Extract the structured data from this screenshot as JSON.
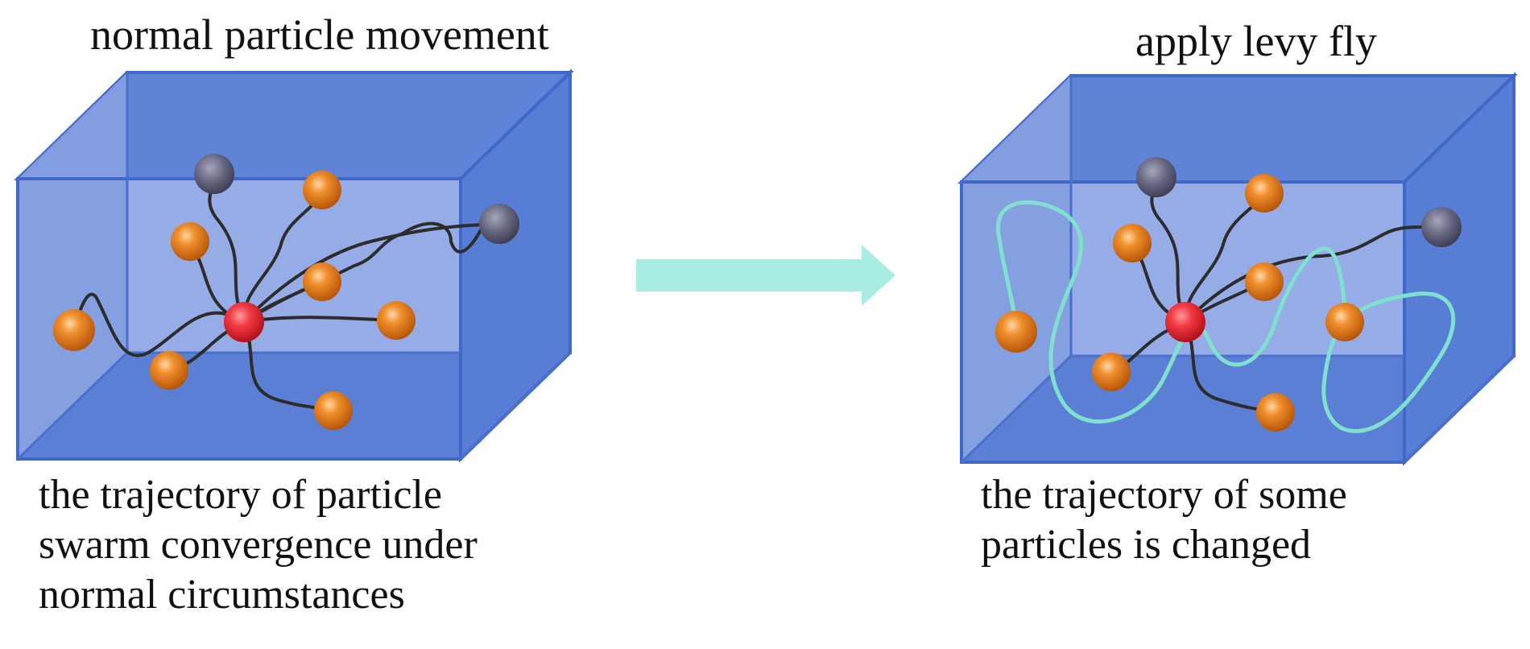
{
  "panels": [
    {
      "title": "normal particle movement",
      "caption_lines": [
        "the trajectory of particle",
        "swarm convergence under",
        "normal circumstances"
      ]
    },
    {
      "title": "apply levy fly",
      "caption_lines": [
        "the trajectory of some",
        "particles is changed"
      ]
    }
  ],
  "colors": {
    "box_back": "#7f9be0",
    "box_front": "#5b81d6",
    "box_edge": "#3f68c9",
    "particle_orange": "#e67a1e",
    "particle_grey": "#6b6b86",
    "center_red": "#f0303a",
    "trajectory_dark": "#2c2c2c",
    "levy_path": "#7fe0cf",
    "arrow": "#a8ece3"
  }
}
